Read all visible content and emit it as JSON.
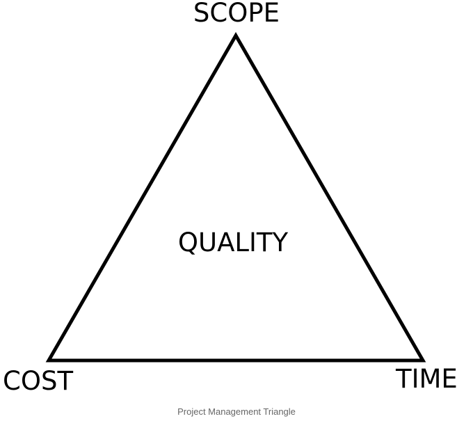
{
  "diagram": {
    "vertices": {
      "top": "SCOPE",
      "bottom_left": "COST",
      "bottom_right": "TIME"
    },
    "center": "QUALITY",
    "caption": "Project Management Triangle",
    "colors": {
      "stroke": "#000000",
      "text": "#000000",
      "caption": "#666666",
      "background": "#ffffff"
    }
  }
}
